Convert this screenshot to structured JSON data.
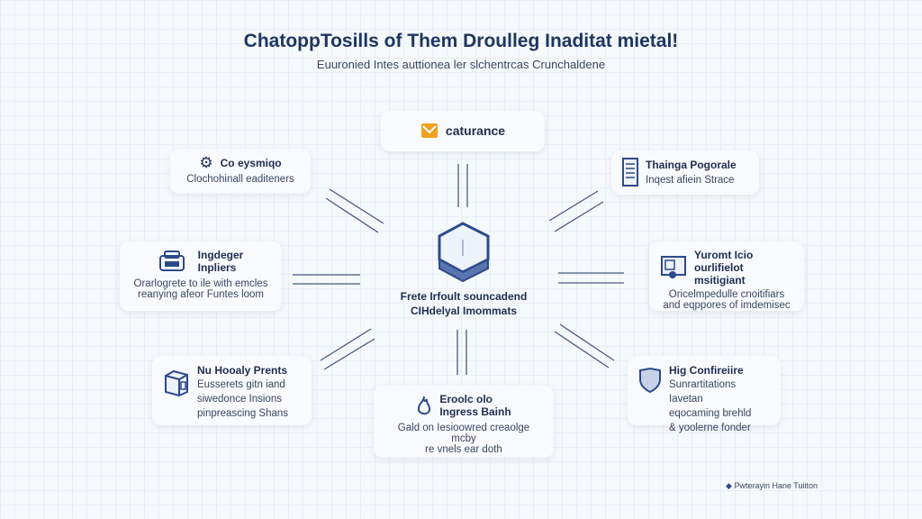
{
  "header": {
    "title": "ChatoppTosills of Them Droulleg Inaditat mietal!",
    "subtitle": "Euuronied Intes auttionea ler slchentrcas Crunchaldene"
  },
  "center": {
    "icon": "open-box-icon",
    "line1": "Frete Irfoult souncadend",
    "line2": "CIHdelyal Imommats"
  },
  "nodes": {
    "top": {
      "icon": "envelope-icon",
      "title": "caturance",
      "color": "#f0a020"
    },
    "top_left": {
      "icon": "gear-icon",
      "title": "Co eysmiqo",
      "desc": "Clochohinall eaditeners"
    },
    "top_right": {
      "icon": "document-icon",
      "title": "Thainga Pogorale",
      "desc": "Inqest afiein Strace"
    },
    "mid_left": {
      "icon": "printer-icon",
      "title1": "Ingdeger",
      "title2": "Inpliers",
      "desc1": "Orarlogrete to ile with emcles",
      "desc2": "reanying afeor Funtes loom"
    },
    "mid_right": {
      "icon": "monitor-icon",
      "title1": "Yuromt Icio",
      "title2": "ourlifielot msitigiant",
      "desc1": "Oricelmpedulle cnoitifiars",
      "desc2": "and eqppores of imdemisec"
    },
    "bottom_left": {
      "icon": "cube-icon",
      "title": "Nu Hooaly Prents",
      "desc1": "Eusserets gitn iand",
      "desc2": "siwedonce Insions",
      "desc3": "pinpreascing Shans"
    },
    "bottom_center": {
      "icon": "flame-icon",
      "title1": "Eroolc olo",
      "title2": "Ingress Bainh",
      "desc1": "Gald on Iesioowred creaolge mcby",
      "desc2": "re vnels ear doth"
    },
    "bottom_right": {
      "icon": "shield-icon",
      "title": "Hig Confireiire",
      "desc1": "Sunrartitations Iavetan",
      "desc2": "eqocaming brehld",
      "desc3": "& yoolerne fonder"
    }
  },
  "footer": {
    "text": "Pwterayin Hane Tuiiton"
  },
  "colors": {
    "accent": "#2c4a8a",
    "orange": "#f0a020"
  }
}
